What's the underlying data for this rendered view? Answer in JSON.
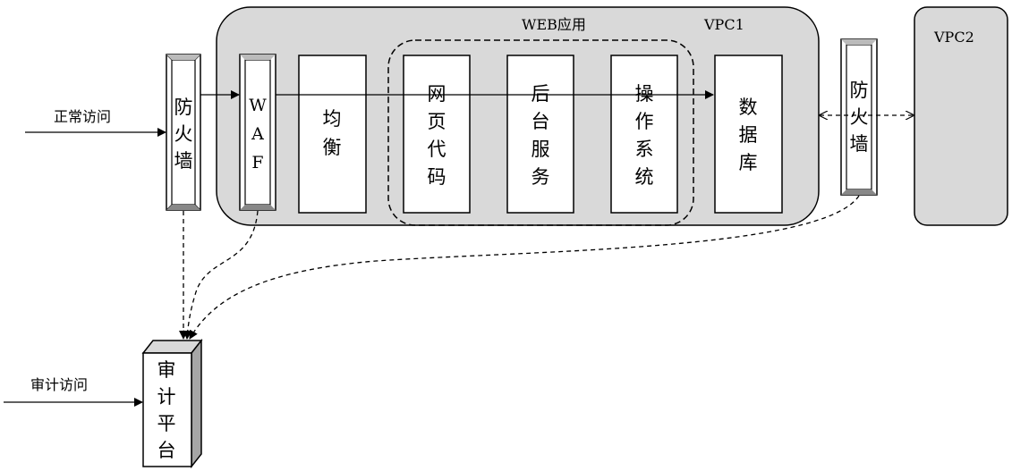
{
  "vpc1": {
    "title": "WEB应用",
    "name": "VPC1"
  },
  "vpc2": {
    "name": "VPC2"
  },
  "inputs": {
    "normal": "正常访问",
    "audit": "审计访问"
  },
  "firewall_left": [
    "防",
    "火",
    "墙"
  ],
  "waf": [
    "W",
    "A",
    "F"
  ],
  "balancer": [
    "均",
    "衡"
  ],
  "web_code": [
    "网",
    "页",
    "代",
    "码"
  ],
  "backend": [
    "后",
    "台",
    "服",
    "务"
  ],
  "os": [
    "操",
    "作",
    "系",
    "统"
  ],
  "database": [
    "数",
    "据",
    "库"
  ],
  "firewall_right": [
    "防",
    "火",
    "墙"
  ],
  "audit_platform": [
    "审",
    "计",
    "平",
    "台"
  ]
}
